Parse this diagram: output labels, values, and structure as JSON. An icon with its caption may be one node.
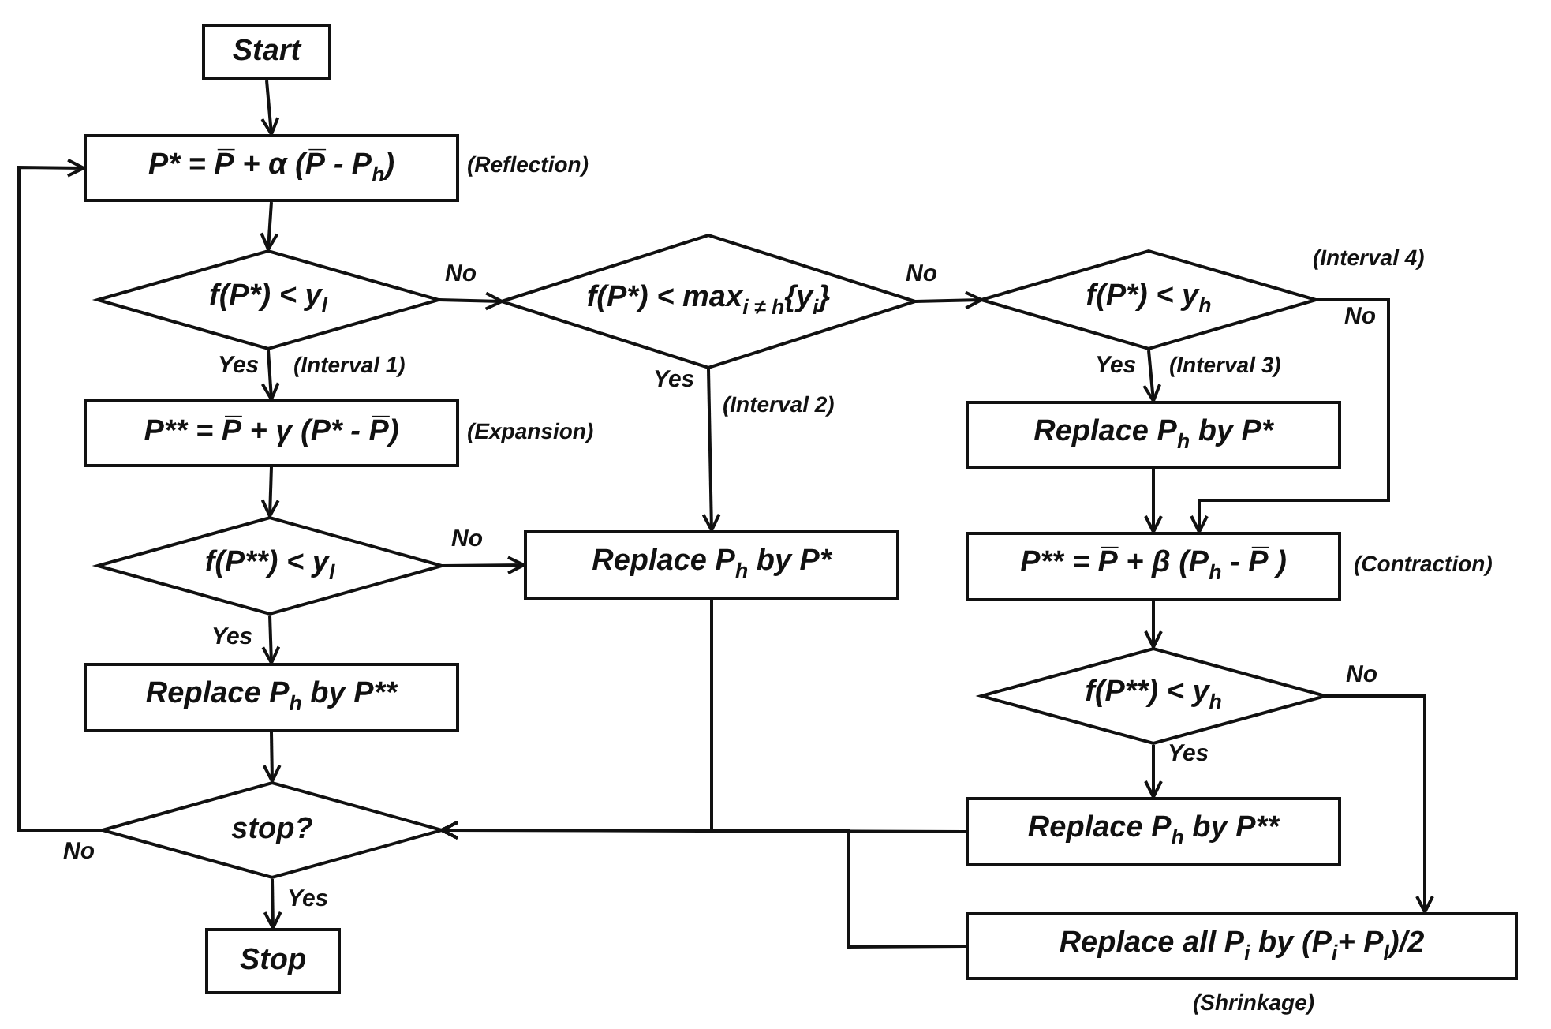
{
  "diagram": {
    "nodes": [
      {
        "text": [
          "Start"
        ]
      },
      {
        "text": [
          "P* = P̅ + α (P̅ - P$_{h}$)"
        ],
        "beside": [
          "(Reflection)"
        ]
      },
      {
        "text": [
          "f(P*) < y$_{l}$"
        ]
      },
      {
        "text": [
          "f(P*) < max$_{i ≠ h}${y$_{i}$}"
        ]
      },
      {
        "text": [
          "f(P*) < y$_{h}$"
        ]
      },
      {
        "text": [
          "P** = P̅ + γ (P* - P̅)"
        ],
        "beside": [
          "(Expansion)"
        ]
      },
      {
        "text": [
          "Replace P$_{h}$ by P*"
        ]
      },
      {
        "text": [
          "f(P**) < y$_{l}$"
        ]
      },
      {
        "text": [
          "Replace P$_{h}$ by P*"
        ]
      },
      {
        "text": [
          "P** = P̅ + β (P$_{h}$ - P̅ )"
        ],
        "beside": [
          "(Contraction)"
        ]
      },
      {
        "text": [
          "f(P**) < y$_{h}$"
        ]
      },
      {
        "text": [
          "Replace P$_{h}$ by P**"
        ]
      },
      {
        "text": [
          "Replace P$_{h}$ by P**"
        ]
      },
      {
        "text": [
          "stop?"
        ]
      },
      {
        "text": [
          "Replace all P$_{i}$ by (P$_{i}$+ P$_{l}$)/2"
        ],
        "beside": [
          "(Shrinkage)"
        ]
      },
      {
        "text": [
          "Stop"
        ]
      }
    ],
    "edges": [
      {
        "from": 0,
        "to": 1,
        "arrow": "to"
      },
      {
        "from": 1,
        "to": 2,
        "arrow": "to"
      },
      {
        "from": 2,
        "to": 3,
        "arrow": "to",
        "label": "No"
      },
      {
        "from": 2,
        "to": 5,
        "arrow": "to",
        "label": "Yes"
      },
      {
        "from": 3,
        "to": 4,
        "arrow": "to",
        "label": "No"
      },
      {
        "from": 3,
        "to": 8,
        "arrow": "to",
        "label": "Yes"
      },
      {
        "from": 4,
        "to": 6,
        "arrow": "to",
        "label": "Yes"
      },
      {
        "from": 4,
        "to": 9,
        "arrow": "to",
        "label": "No"
      },
      {
        "from": 6,
        "to": 9,
        "arrow": "to"
      },
      {
        "from": 5,
        "to": 7,
        "arrow": "to"
      },
      {
        "from": 7,
        "to": 8,
        "arrow": "to",
        "label": "No"
      },
      {
        "from": 7,
        "to": 11,
        "arrow": "to",
        "label": "Yes"
      },
      {
        "from": 9,
        "to": 10,
        "arrow": "to"
      },
      {
        "from": 10,
        "to": 12,
        "arrow": "to",
        "label": "Yes"
      },
      {
        "from": 10,
        "to": 14,
        "arrow": "to",
        "label": "No"
      },
      {
        "from": 11,
        "to": 13,
        "arrow": "to"
      },
      {
        "from": 8,
        "to": 13,
        "arrow": "to"
      },
      {
        "from": 12,
        "to": 13,
        "arrow": "to"
      },
      {
        "from": 14,
        "to": 13,
        "arrow": "to"
      },
      {
        "from": 13,
        "to": 1,
        "arrow": "to",
        "label": "No"
      },
      {
        "from": 13,
        "to": 15,
        "arrow": "to",
        "label": "Yes"
      }
    ],
    "labels": [
      "(Interval 1)",
      "(Interval 2)",
      "(Interval 3)",
      "(Interval 4)"
    ]
  }
}
